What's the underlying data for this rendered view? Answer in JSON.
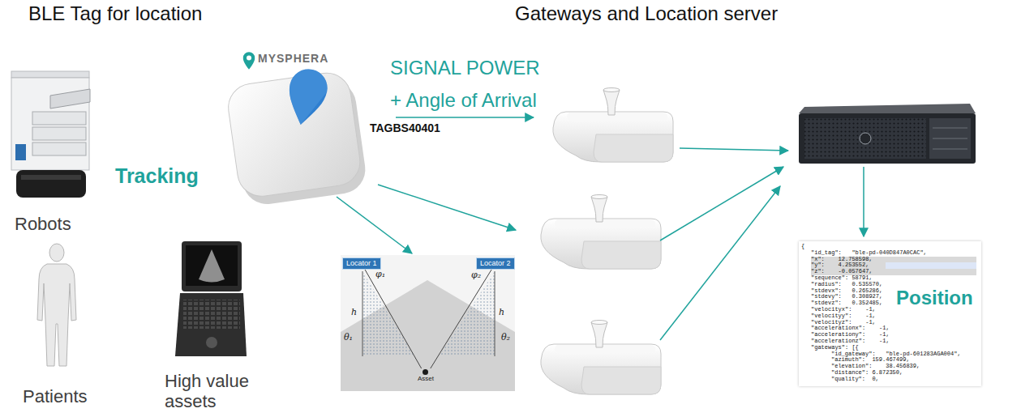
{
  "diagram": {
    "nodes": [
      {
        "text": [
          "Locator 1"
        ]
      },
      {
        "text": [
          "Locator 2"
        ]
      },
      {
        "text": [
          "Asset"
        ]
      },
      {
        "text": [
          "{",
          "\"id_tag\":   \"ble-pd-040D847A0CAC\",",
          "\"x\":    12.758598,",
          "\"y\":    4.253552,",
          "\"z\":    -0.057647,",
          "\"sequence\": 58791,",
          "\"radius\":   0.535570,",
          "\"stdevx\":   0.265286,",
          "\"stdevy\":   0.308927,",
          "\"stdevz\":   0.352485,",
          "\"velocityx\":    -1,",
          "\"velocityy\":    -1,",
          "\"velocityz\":    -1,",
          "\"accelerationx\":    -1,",
          "\"accelerationy\":    -1,",
          "\"accelerationz\":    -1,",
          "\"gateways\": [{",
          "\"id_gateway\":   \"ble-pd-601283AGA004\",",
          "\"azimuth\":  159.467499,",
          "\"elevation\":    38.456839,",
          "\"distance\": 6.872350,",
          "\"quality\":  0,",
          "Position"
        ]
      }
    ],
    "edges": [
      {
        "from": 0,
        "to": 2,
        "arrow": "none"
      },
      {
        "from": 1,
        "to": 2,
        "arrow": "none"
      }
    ],
    "labels": [
      "BLE Tag for location",
      "Gateways and Location server",
      "Tracking",
      "Robots",
      "Patients",
      "High value assets",
      "MYSPHERA",
      "TAGBS40401",
      "SIGNAL POWER",
      "+ Angle of Arrival",
      "φ₁",
      "φ₂",
      "h",
      "h",
      "θ₁",
      "θ₂"
    ]
  }
}
